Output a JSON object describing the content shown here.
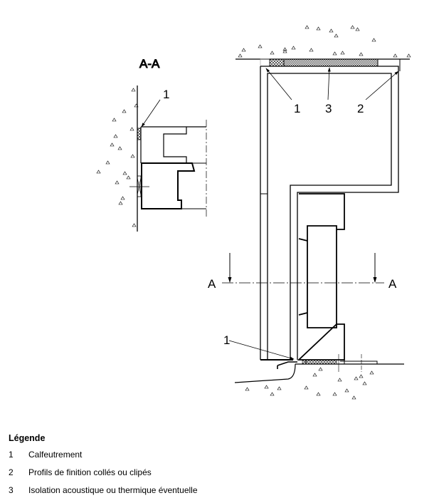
{
  "drawing": {
    "section_title": "A-A",
    "section_label_left": "A",
    "section_label_right": "A",
    "callouts": {
      "section_caulk": "1",
      "top_caulk": "1",
      "top_insulation": "3",
      "top_profile": "2",
      "bottom_caulk": "1"
    }
  },
  "legend": {
    "title": "Légende",
    "items": [
      {
        "number": "1",
        "text": "Calfeutrement"
      },
      {
        "number": "2",
        "text": "Profils de finition collés ou clipés"
      },
      {
        "number": "3",
        "text": "Isolation acoustique ou thermique éventuelle"
      }
    ]
  }
}
